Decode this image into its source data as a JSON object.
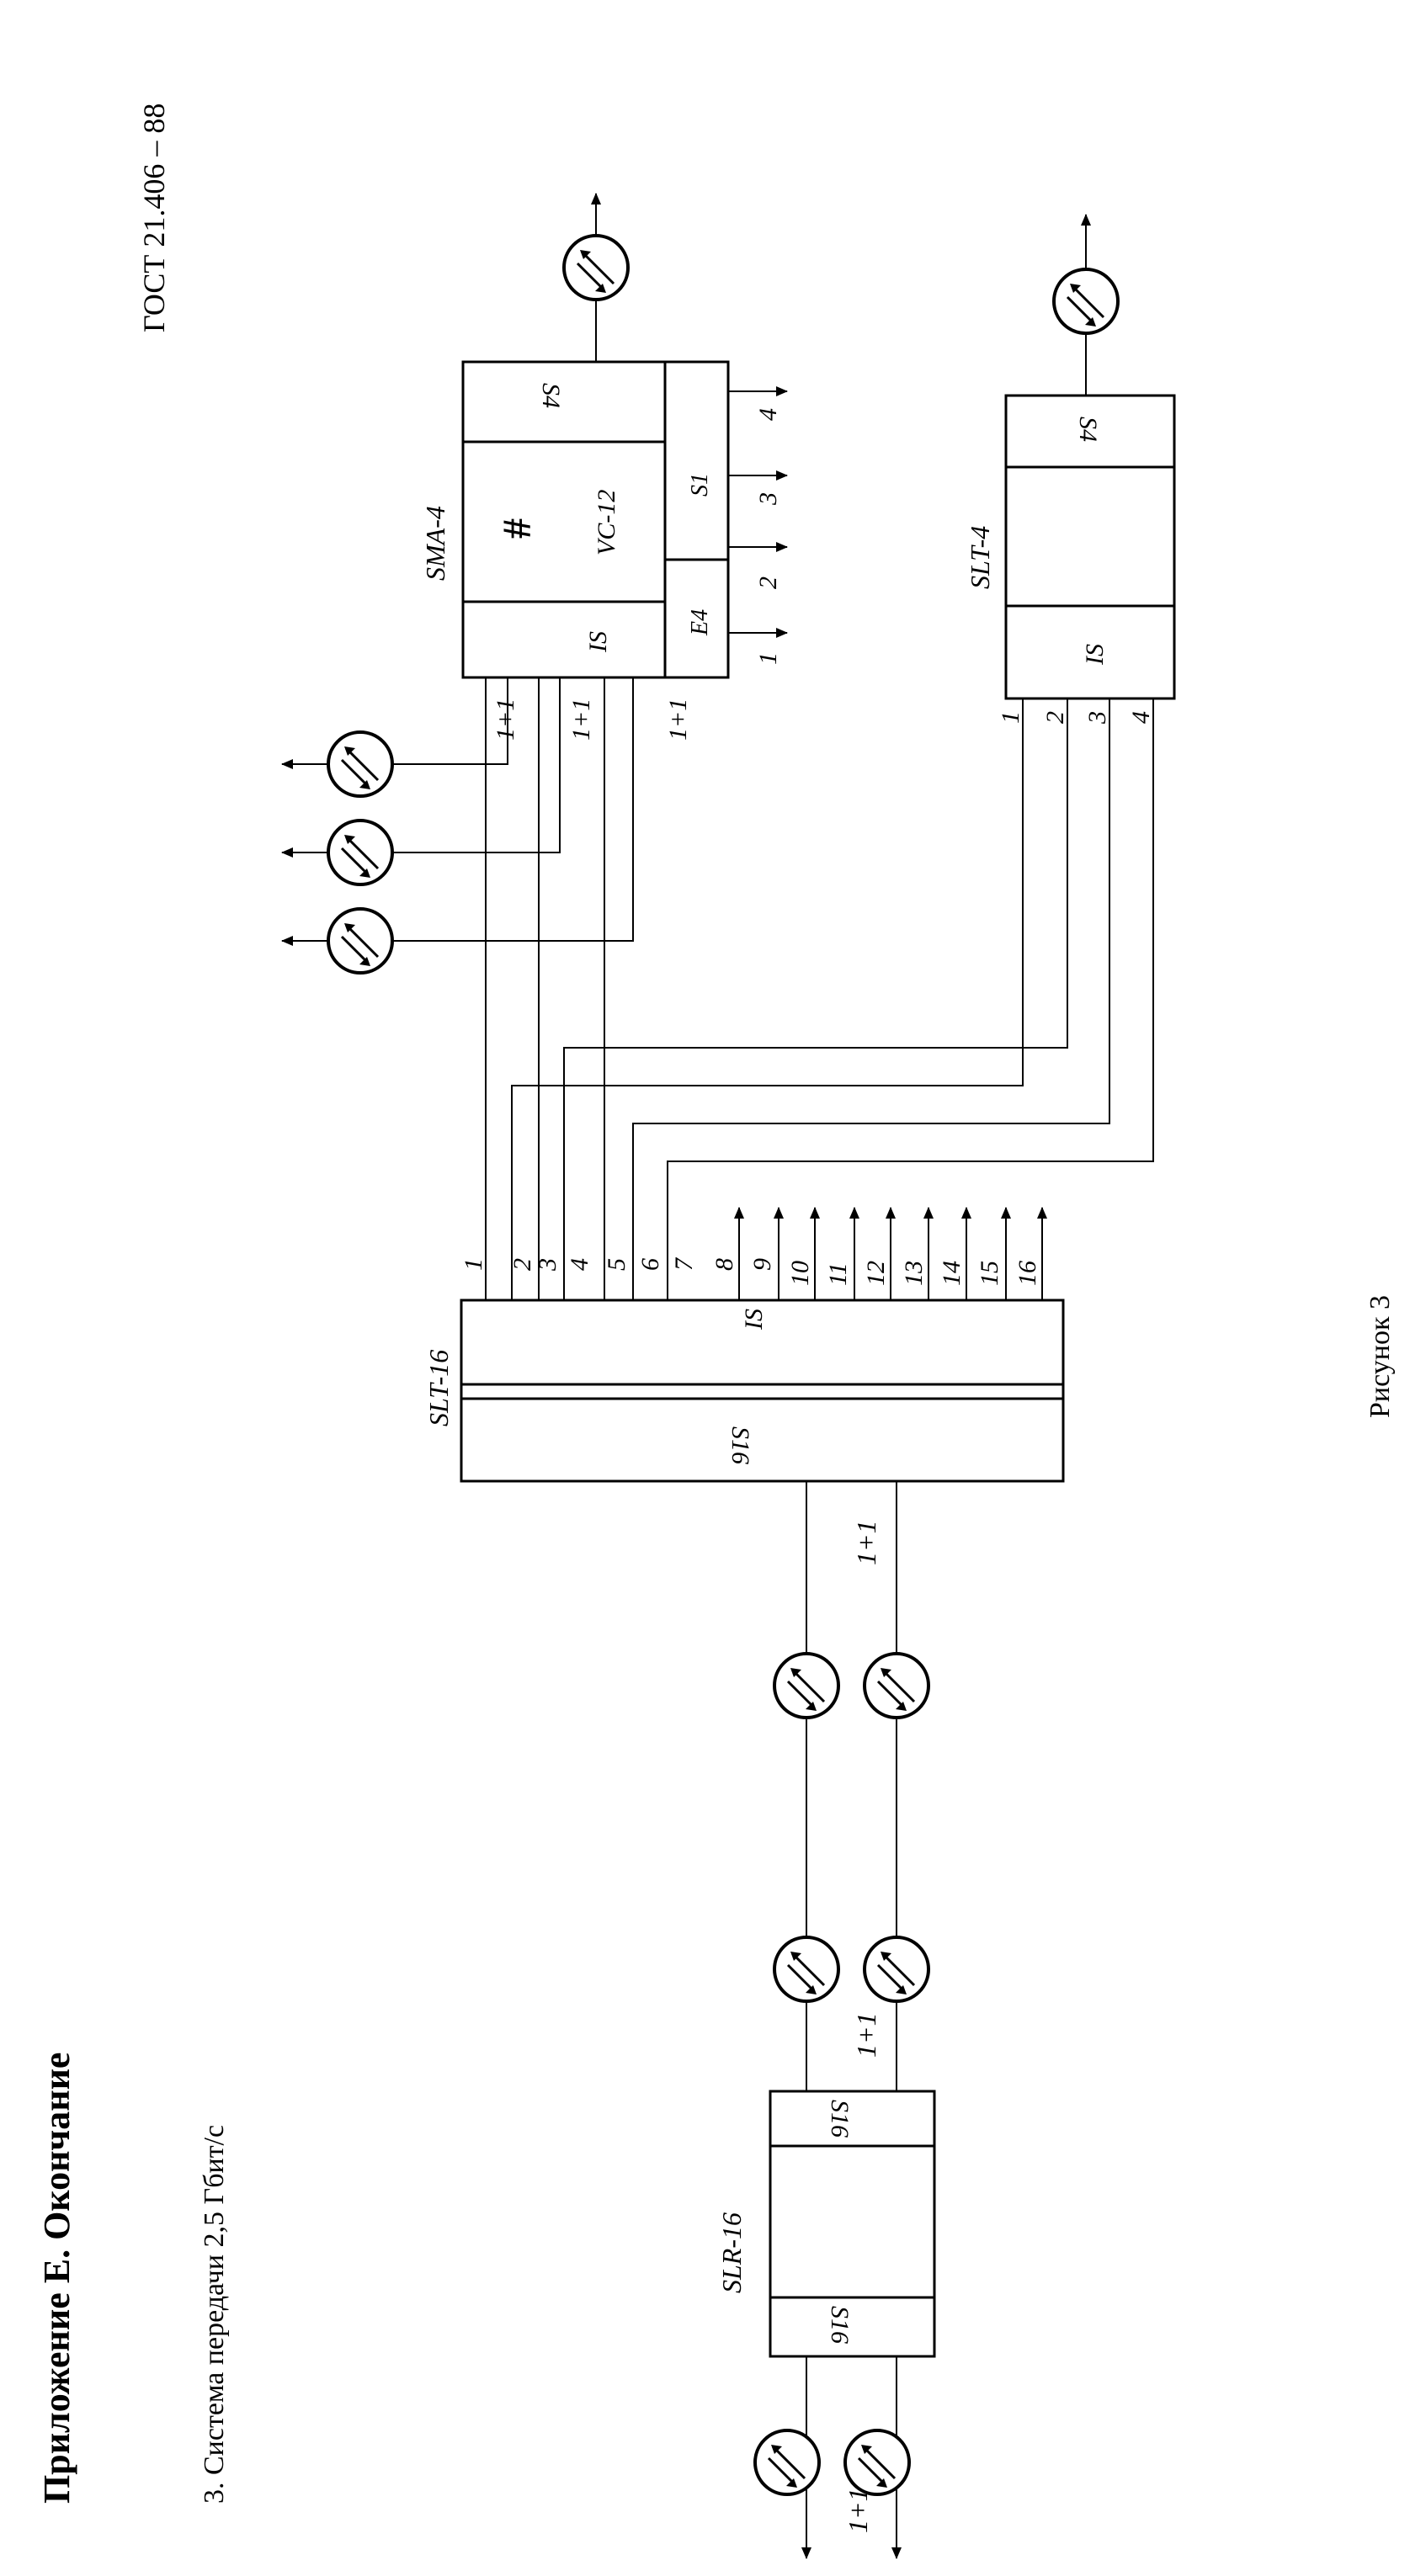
{
  "doc": {
    "appendix_title": "Приложение Е. Окончание",
    "section_title": "3. Система передачи 2,5 Гбит/с",
    "standard": "ГОСТ 21.406 – 88",
    "figure_caption": "Рисунок 3"
  },
  "icons": {
    "circle_symbol": "optical-transceiver-icon"
  },
  "diagram": {
    "slr16": {
      "name": "SLR-16",
      "left": "S16",
      "right": "S16"
    },
    "slt16": {
      "name": "SLT-16",
      "top": "S16",
      "bottom": "IS"
    },
    "sma4": {
      "name": "SMA-4",
      "left": "IS",
      "mid": "VC-12",
      "right": "S4",
      "b1": "E4",
      "b2": "S1",
      "cross": "#"
    },
    "slt4": {
      "name": "SLT-4",
      "left": "IS",
      "right": "S4"
    },
    "protection": "1+1",
    "slt16_ports": [
      "1",
      "2",
      "3",
      "4",
      "5",
      "6",
      "7",
      "8",
      "9",
      "10",
      "11",
      "12",
      "13",
      "14",
      "15",
      "16"
    ],
    "sma4_outputs": [
      "1",
      "2",
      "3",
      "4"
    ],
    "slt4_ports": [
      "1",
      "2",
      "3",
      "4"
    ]
  }
}
